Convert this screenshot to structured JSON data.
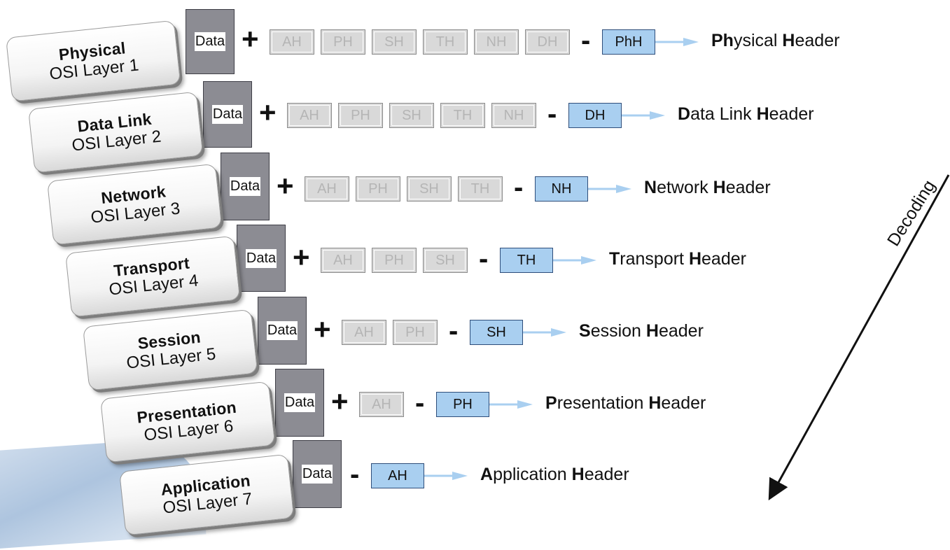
{
  "layers": [
    {
      "name": "Physical",
      "layer_text": "OSI Layer 1"
    },
    {
      "name": "Data Link",
      "layer_text": "OSI Layer 2"
    },
    {
      "name": "Network",
      "layer_text": "OSI Layer 3"
    },
    {
      "name": "Transport",
      "layer_text": "OSI Layer 4"
    },
    {
      "name": "Session",
      "layer_text": "OSI Layer 5"
    },
    {
      "name": "Presentation",
      "layer_text": "OSI Layer 6"
    },
    {
      "name": "Application",
      "layer_text": "OSI Layer 7"
    }
  ],
  "rows": [
    {
      "data": "Data",
      "plus": "+",
      "stripped": [
        "AH",
        "PH",
        "SH",
        "TH",
        "NH",
        "DH"
      ],
      "minus": "-",
      "header": "PhH",
      "desc_bold_1": "Ph",
      "desc_mid": "ysical ",
      "desc_bold_2": "H",
      "desc_end": "eader"
    },
    {
      "data": "Data",
      "plus": "+",
      "stripped": [
        "AH",
        "PH",
        "SH",
        "TH",
        "NH"
      ],
      "minus": "-",
      "header": "DH",
      "desc_bold_1": "D",
      "desc_mid": "ata Link ",
      "desc_bold_2": "H",
      "desc_end": "eader"
    },
    {
      "data": "Data",
      "plus": "+",
      "stripped": [
        "AH",
        "PH",
        "SH",
        "TH"
      ],
      "minus": "-",
      "header": "NH",
      "desc_bold_1": "N",
      "desc_mid": "etwork ",
      "desc_bold_2": "H",
      "desc_end": "eader"
    },
    {
      "data": "Data",
      "plus": "+",
      "stripped": [
        "AH",
        "PH",
        "SH"
      ],
      "minus": "-",
      "header": "TH",
      "desc_bold_1": "T",
      "desc_mid": "ransport ",
      "desc_bold_2": "H",
      "desc_end": "eader"
    },
    {
      "data": "Data",
      "plus": "+",
      "stripped": [
        "AH",
        "PH"
      ],
      "minus": "-",
      "header": "SH",
      "desc_bold_1": "S",
      "desc_mid": "ession ",
      "desc_bold_2": "H",
      "desc_end": "eader"
    },
    {
      "data": "Data",
      "plus": "+",
      "stripped": [
        "AH"
      ],
      "minus": "-",
      "header": "PH",
      "desc_bold_1": "P",
      "desc_mid": "resentation ",
      "desc_bold_2": "H",
      "desc_end": "eader"
    },
    {
      "data": "Data",
      "plus": "",
      "stripped": [],
      "minus": "-",
      "header": "AH",
      "desc_bold_1": "A",
      "desc_mid": "pplication ",
      "desc_bold_2": "H",
      "desc_end": "eader"
    }
  ],
  "decoding_label": "Decoding",
  "colors": {
    "data_box": "#8c8c93",
    "stripped_box": "#d9d9d9",
    "header_box": "#a9cff0",
    "arrow": "#a9cff0"
  }
}
